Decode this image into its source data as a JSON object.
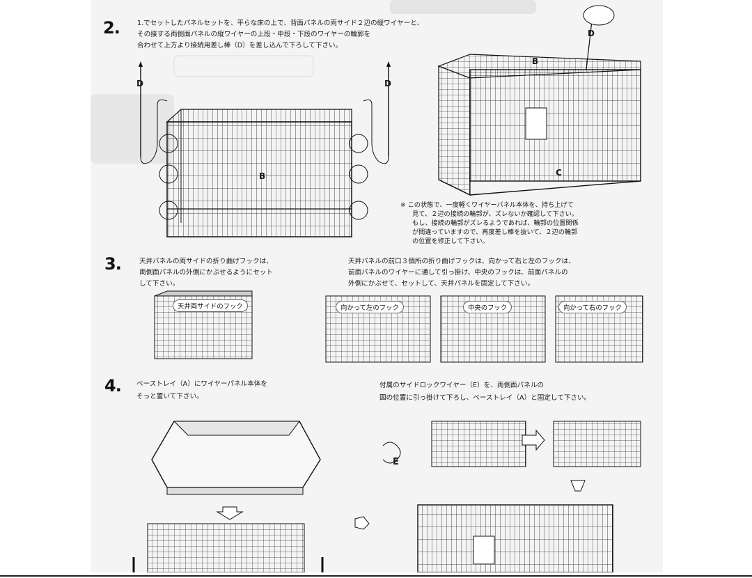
{
  "step2": {
    "num": "2.",
    "lines": [
      "1.でセットしたパネルセットを、平らな床の上で、背面パネルの両サイド２辺の縦ワイヤーと、",
      "その接する両側面パネルの縦ワイヤーの上段・中段・下段のワイヤーの輪郭を",
      "合わせて上方より接続用差し棒（D）を差し込んで下ろして下さい。"
    ],
    "label_d": "D",
    "label_b": "B",
    "label_c": "C",
    "note": [
      "※ この状態で、一度軽くワイヤーパネル本体を、持ち上げて",
      "見て、２辺の接続の輪郭が、ズレないか確認して下さい。",
      "もし、接続の輪郭がズレるようであれば、輪郭の位置関係",
      "が間違っていますので、再度差し棒を抜いて、２辺の輪郭",
      "の位置を修正して下さい。"
    ]
  },
  "step3": {
    "num": "3.",
    "left_lines": [
      "天井パネルの両サイドの折り曲げフックは、",
      "両側面パネルの外側にかぶせるようにセット",
      "して下さい。"
    ],
    "right_lines": [
      "天井パネルの前口３個所の折り曲げフックは、向かって右と左のフックは、",
      "前面パネルのワイヤーに通して引っ掛け、中央のフックは、前面パネルの",
      "外側にかぶせて、セットして、天井パネルを固定して下さい。"
    ],
    "callouts": [
      "天井両サイドのフック",
      "向かって左のフック",
      "中央のフック",
      "向かって右のフック"
    ]
  },
  "step4": {
    "num": "4.",
    "left_lines": [
      "ベーストレイ（A）にワイヤーパネル本体を",
      "そっと置いて下さい。"
    ],
    "right_lines": [
      "付属のサイドロックワイヤー（E）を、両側面パネルの",
      "図の位置に引っ掛けて下ろし、ベーストレイ（A）と固定して下さい。"
    ],
    "label_e": "E"
  },
  "colors": {
    "line": "#1a1a1a",
    "paper": "#f4f4f4"
  },
  "icons": [
    "arrow-down-icon",
    "arrow-right-icon",
    "diagonal-arrow-icon"
  ]
}
